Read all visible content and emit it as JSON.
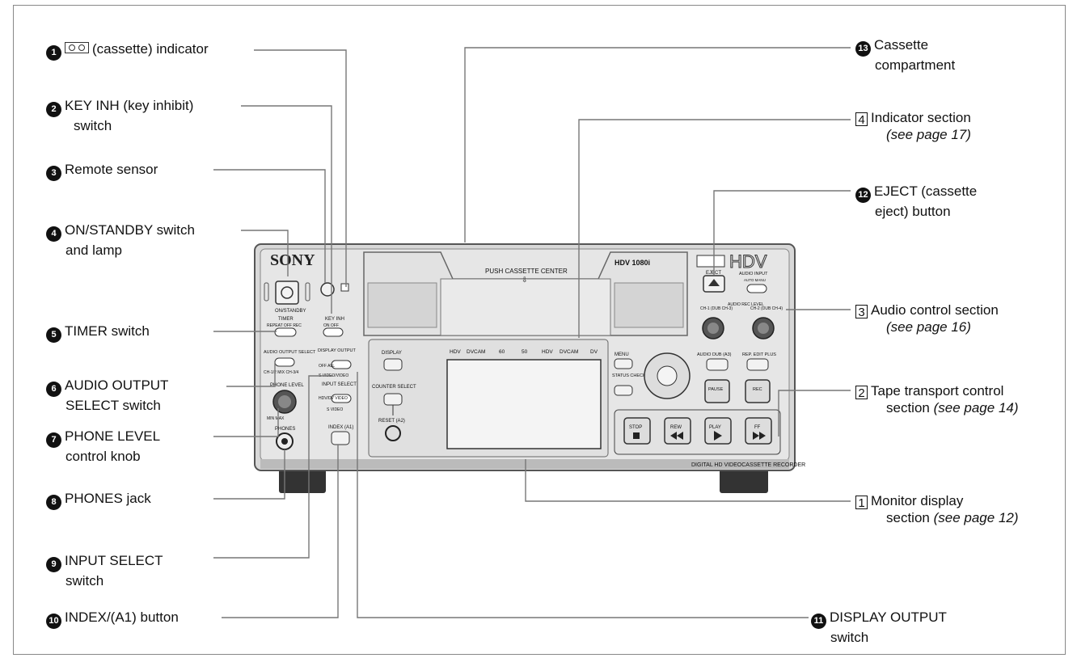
{
  "labels": {
    "l1": {
      "num": "1",
      "text": "(cassette) indicator"
    },
    "l2": {
      "num": "2",
      "text": "KEY INH (key inhibit)",
      "line2": "switch"
    },
    "l3": {
      "num": "3",
      "text": "Remote sensor"
    },
    "l4": {
      "num": "4",
      "text": "ON/STANDBY switch",
      "line2": "and lamp"
    },
    "l5": {
      "num": "5",
      "text": "TIMER switch"
    },
    "l6": {
      "num": "6",
      "text": "AUDIO OUTPUT",
      "line2": "SELECT switch"
    },
    "l7": {
      "num": "7",
      "text": "PHONE LEVEL",
      "line2": "control knob"
    },
    "l8": {
      "num": "8",
      "text": "PHONES jack"
    },
    "l9": {
      "num": "9",
      "text": "INPUT SELECT",
      "line2": "switch"
    },
    "l10": {
      "num": "10",
      "text": "INDEX/(A1) button"
    },
    "l11": {
      "num": "11",
      "text": "DISPLAY OUTPUT",
      "line2": "switch"
    },
    "l12": {
      "num": "12",
      "text": "EJECT (cassette",
      "line2": "eject) button"
    },
    "l13": {
      "num": "13",
      "text": "Cassette",
      "line2": "compartment"
    },
    "s4": {
      "box": "4",
      "text": "Indicator section",
      "ref": "(see page 17)"
    },
    "s3": {
      "box": "3",
      "text": "Audio control section",
      "ref": "(see page 16)"
    },
    "s2": {
      "box": "2",
      "text": "Tape transport control",
      "line2": "section",
      "ref": "(see page 14)"
    },
    "s1": {
      "box": "1",
      "text": "Monitor display",
      "line2": "section",
      "ref": "(see page 12)"
    }
  },
  "device": {
    "brand": "SONY",
    "format_logo": "HDV",
    "format_text": "HDV 1080i",
    "push_cassette": "PUSH CASSETTE CENTER",
    "model_text": "DIGITAL HD VIDEOCASSETTE RECORDER",
    "onstandby": "ON/STANDBY",
    "timer": "TIMER",
    "timer_opts": "REPEAT  OFF  REC",
    "key_inh": "KEY INH",
    "key_inh_opts": "ON  OFF",
    "audio_output_select": "AUDIO OUTPUT SELECT",
    "audio_out_opts": "CH-1/2  MIX  CH-3/4",
    "display_output": "DISPLAY OUTPUT",
    "display_out_opts": "OFF  ALL",
    "display_out_sub": "S VIDEO/VIDEO",
    "phone_level": "PHONE LEVEL",
    "phone_minmax": "MIN        MAX",
    "input_select": "INPUT SELECT",
    "input_opts": "HDV/DV  VIDEO",
    "input_sub": "S VIDEO",
    "phones": "PHONES",
    "index_a1": "INDEX (A1)",
    "display_btn": "DISPLAY",
    "counter_select": "COUNTER SELECT",
    "reset_a2": "RESET (A2)",
    "indicators": [
      "HDV",
      "DVCAM",
      "60",
      "50",
      "HDV",
      "DVCAM",
      "DV"
    ],
    "menu": "MENU",
    "status_check": "STATUS CHECK",
    "eject": "EJECT",
    "audio_input": "AUDIO INPUT",
    "audio_input_opts": "AUTO  MANU",
    "audio_rec_level": "AUDIO REC LEVEL",
    "ch1": "CH-1 (DUB CH-3)",
    "ch2": "CH-2 (DUB CH-4)",
    "audio_dub": "AUDIO DUB (A3)",
    "rep_edit": "REP. EDIT PLUS",
    "pause": "PAUSE",
    "rec": "REC",
    "stop": "STOP",
    "rew": "REW",
    "play": "PLAY",
    "ff": "FF"
  }
}
